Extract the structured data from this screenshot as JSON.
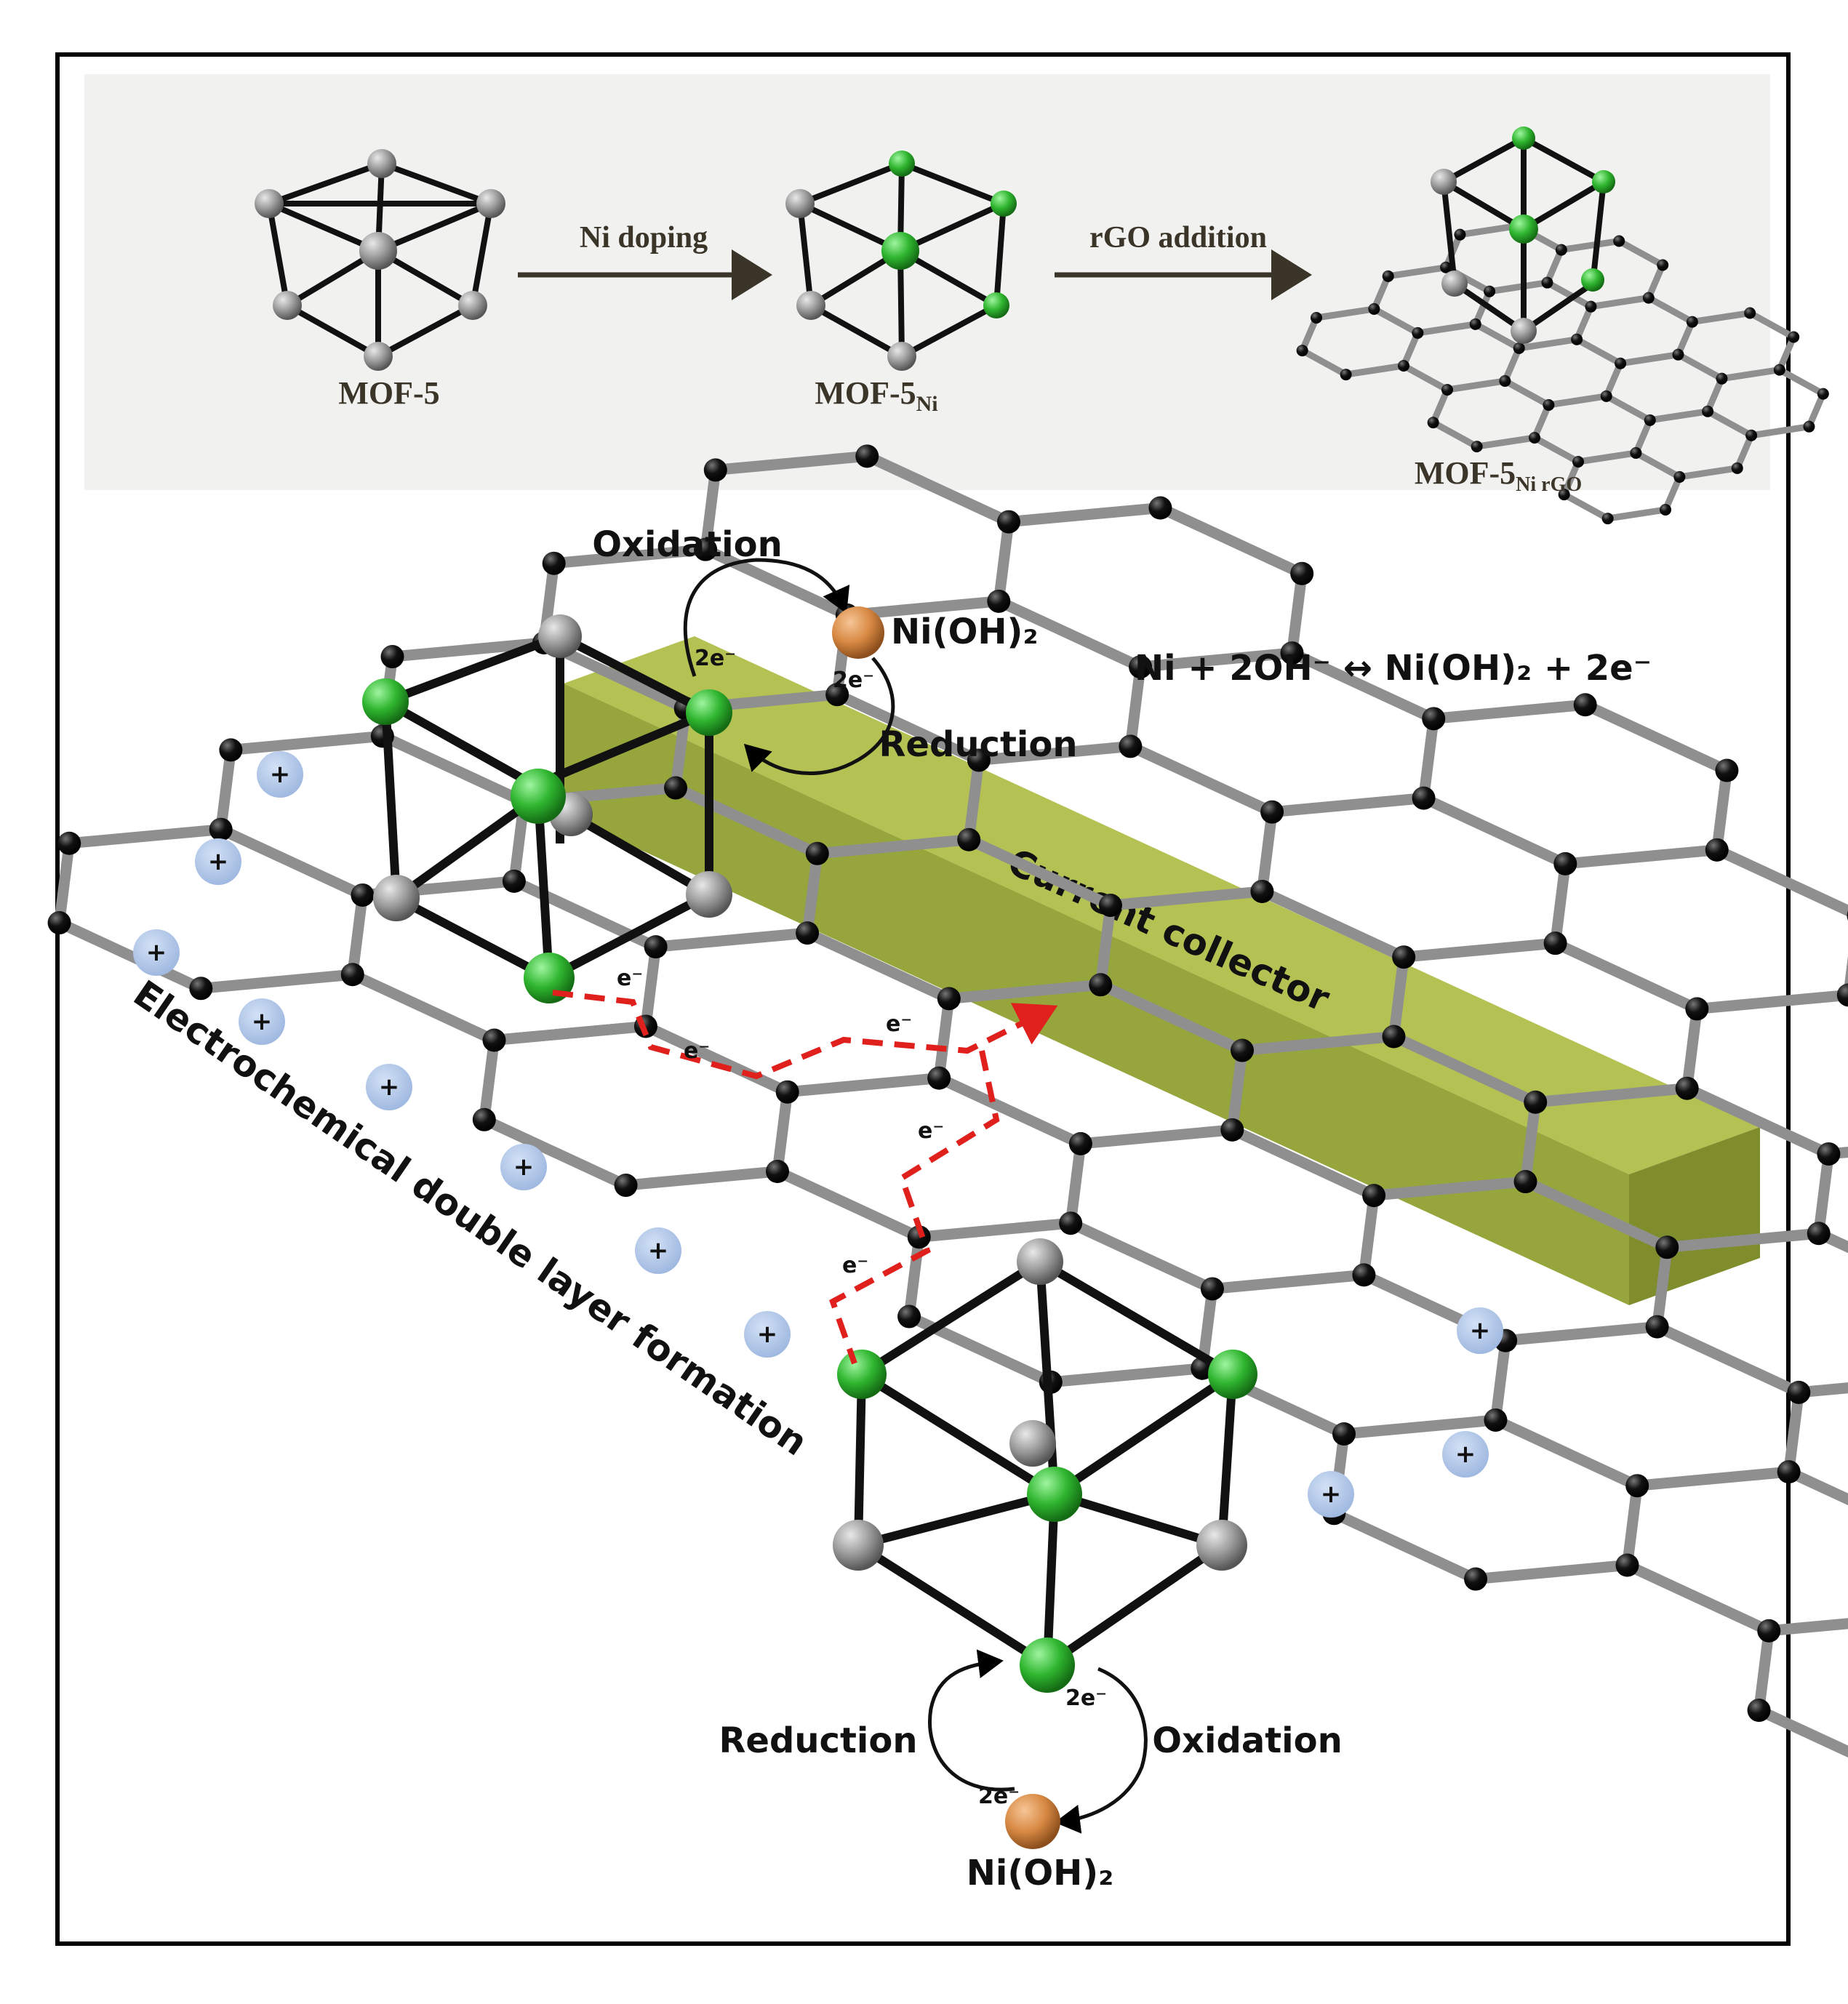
{
  "top_panel": {
    "stage1_label": "MOF-5",
    "stage2_label_main": "MOF-5",
    "stage2_label_sub": "Ni",
    "stage3_label_main": "MOF-5",
    "stage3_label_sub": "Ni rGO",
    "arrow1_label": "Ni doping",
    "arrow2_label": "rGO addition"
  },
  "bottom_panel": {
    "top_cycle": {
      "oxidation": "Oxidation",
      "reduction": "Reduction",
      "electrons_left": "2e⁻",
      "electrons_right": "2e⁻",
      "product": "Ni(OH)₂"
    },
    "equation": "Ni + 2OH⁻ ↔ Ni(OH)₂ + 2e⁻",
    "current_collector": "Current collector",
    "edl_label": "Electrochemical double layer formation",
    "electron_labels": [
      "e⁻",
      "e⁻",
      "e⁻",
      "e⁻",
      "e⁻"
    ],
    "ion_symbol": "+",
    "bottom_cycle": {
      "reduction": "Reduction",
      "oxidation": "Oxidation",
      "electrons_top": "2e⁻",
      "electrons_bottom": "2e⁻",
      "product": "Ni(OH)₂"
    }
  },
  "colors": {
    "ni_atom": "#2fb52f",
    "node_atom": "#9a9a9a",
    "carbon_atom": "#111111",
    "bond": "#8f8f8f",
    "collector": "#b3c252",
    "electron_path": "#e0201c",
    "ion": "#a9c1e6",
    "product": "#d88a44"
  }
}
